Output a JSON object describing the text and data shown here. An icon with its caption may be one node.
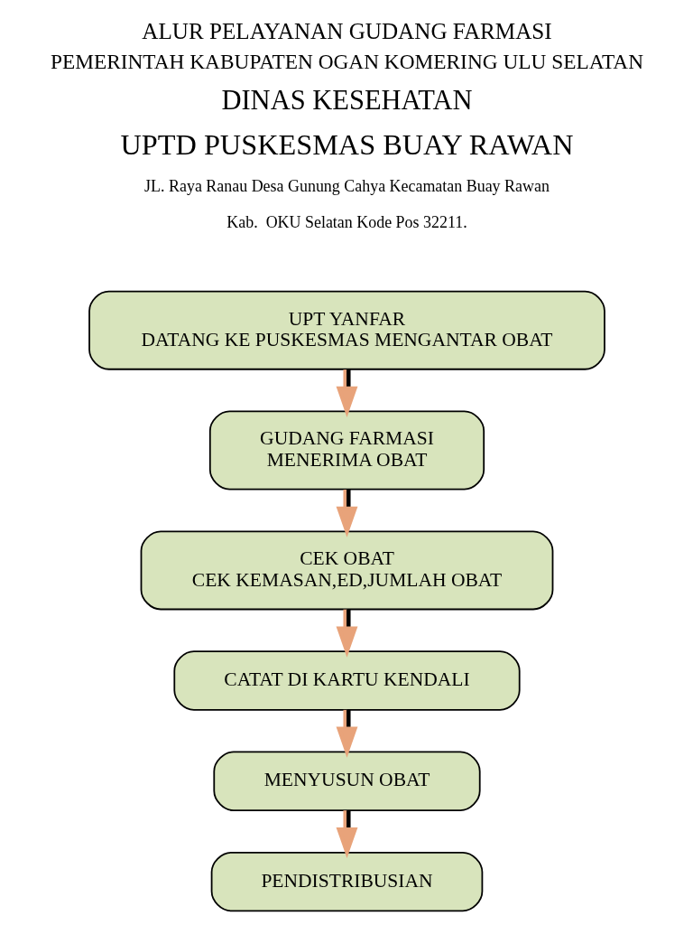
{
  "diagram": {
    "title": "ALUR PELAYANAN GUDANG FARMASI",
    "nodes": [
      {
        "text": [
          "UPT YANFAR",
          "DATANG KE PUSKESMAS MENGANTAR OBAT"
        ]
      },
      {
        "text": [
          "GUDANG FARMASI",
          "MENERIMA OBAT"
        ]
      },
      {
        "text": [
          "CEK OBAT",
          "CEK KEMASAN,ED,JUMLAH OBAT"
        ]
      },
      {
        "text": [
          "CATAT DI KARTU KENDALI"
        ]
      },
      {
        "text": [
          "MENYUSUN OBAT"
        ]
      },
      {
        "text": [
          "PENDISTRIBUSIAN"
        ]
      }
    ],
    "edges": [
      {
        "from": 0,
        "to": 1,
        "arrow": "to"
      },
      {
        "from": 1,
        "to": 2,
        "arrow": "to"
      },
      {
        "from": 2,
        "to": 3,
        "arrow": "to"
      },
      {
        "from": 3,
        "to": 4,
        "arrow": "to"
      },
      {
        "from": 4,
        "to": 5,
        "arrow": "to"
      }
    ],
    "labels": [
      "PEMERINTAH KABUPATEN OGAN KOMERING ULU SELATAN",
      "DINAS KESEHATAN",
      "UPTD PUSKESMAS BUAY RAWAN",
      "JL. Raya Ranau Desa Gunung Cahya Kecamatan Buay Rawan",
      "Kab.  OKU Selatan Kode Pos 32211."
    ]
  }
}
